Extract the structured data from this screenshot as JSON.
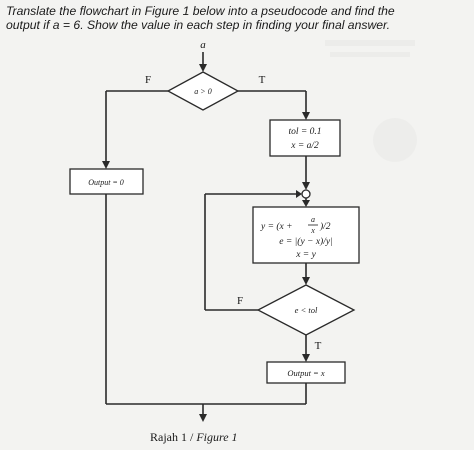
{
  "question": {
    "line1": "Translate the flowchart in Figure 1 below into a pseudocode and find the",
    "line2": "output if a = 6. Show the value in each step in finding your final answer."
  },
  "flowchart": {
    "input_label": "a",
    "decision1": {
      "condition": "a > 0",
      "false_label": "F",
      "true_label": "T"
    },
    "output_false": "Output = 0",
    "init": {
      "line1": "tol = 0.1",
      "line2": "x = a/2"
    },
    "loop_body": {
      "line1_prefix": "y = (x +",
      "frac_num": "a",
      "frac_den": "x",
      "line1_suffix": ")/2",
      "line2": "e = |(y − x)/y|",
      "line3": "x = y"
    },
    "decision2": {
      "condition": "e < tol",
      "false_label": "F",
      "true_label": "T"
    },
    "output_true": "Output = x"
  },
  "caption": {
    "roman": "Rajah 1 / ",
    "italic": "Figure 1"
  },
  "colors": {
    "line": "#2a2a2a",
    "box_fill": "#ffffff",
    "page_bg": "#f3f3f1"
  }
}
